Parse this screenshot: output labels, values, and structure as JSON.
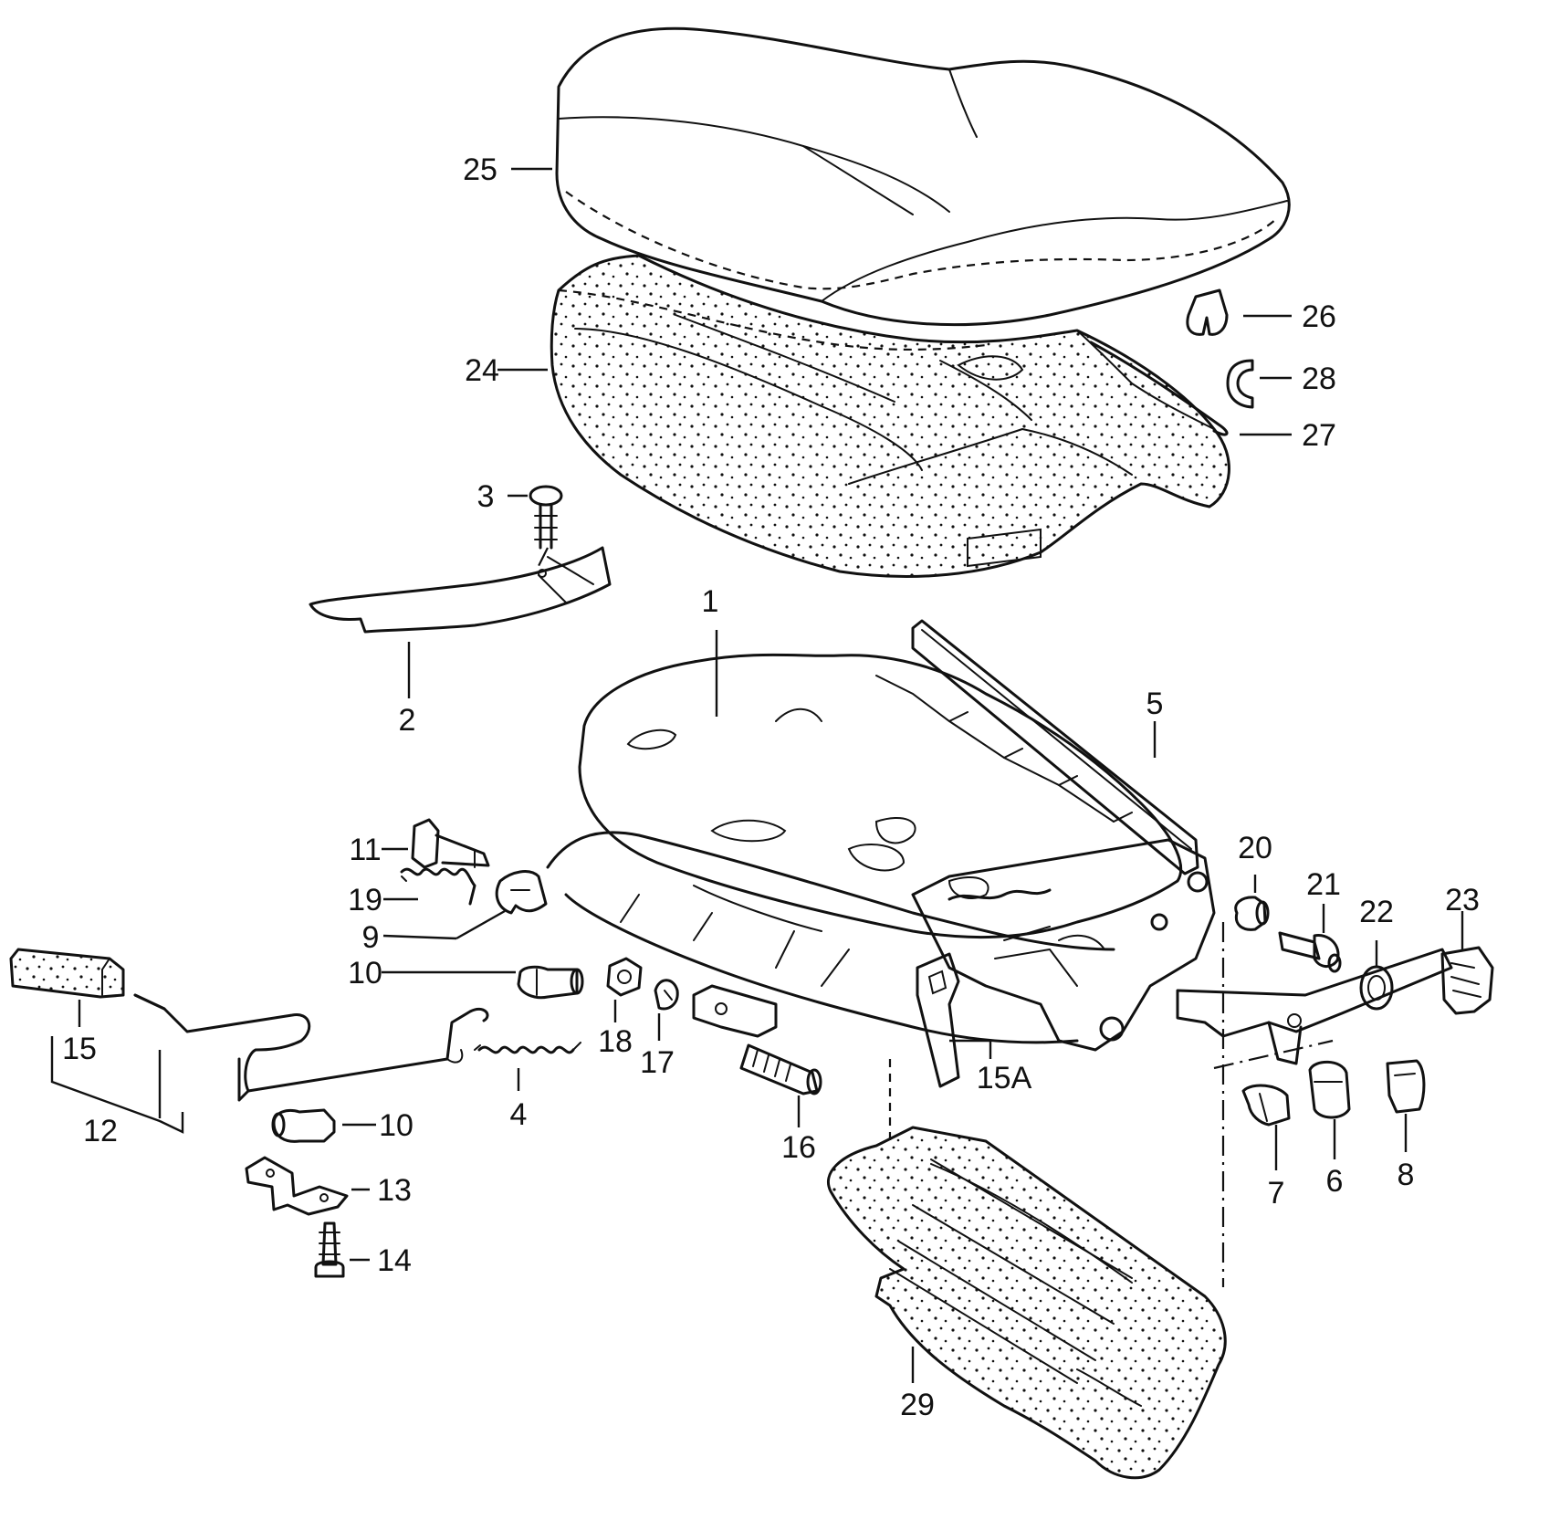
{
  "callouts": [
    {
      "id": "1",
      "label": "1"
    },
    {
      "id": "2",
      "label": "2"
    },
    {
      "id": "3",
      "label": "3"
    },
    {
      "id": "4",
      "label": "4"
    },
    {
      "id": "5",
      "label": "5"
    },
    {
      "id": "6",
      "label": "6"
    },
    {
      "id": "7",
      "label": "7"
    },
    {
      "id": "8",
      "label": "8"
    },
    {
      "id": "9",
      "label": "9"
    },
    {
      "id": "10a",
      "label": "10"
    },
    {
      "id": "10b",
      "label": "10"
    },
    {
      "id": "11",
      "label": "11"
    },
    {
      "id": "12",
      "label": "12"
    },
    {
      "id": "13",
      "label": "13"
    },
    {
      "id": "14",
      "label": "14"
    },
    {
      "id": "15",
      "label": "15"
    },
    {
      "id": "15A",
      "label": "15A"
    },
    {
      "id": "16",
      "label": "16"
    },
    {
      "id": "17",
      "label": "17"
    },
    {
      "id": "18",
      "label": "18"
    },
    {
      "id": "19",
      "label": "19"
    },
    {
      "id": "20",
      "label": "20"
    },
    {
      "id": "21",
      "label": "21"
    },
    {
      "id": "22",
      "label": "22"
    },
    {
      "id": "23",
      "label": "23"
    },
    {
      "id": "24",
      "label": "24"
    },
    {
      "id": "25",
      "label": "25"
    },
    {
      "id": "26",
      "label": "26"
    },
    {
      "id": "27",
      "label": "27"
    },
    {
      "id": "28",
      "label": "28"
    },
    {
      "id": "29",
      "label": "29"
    }
  ]
}
